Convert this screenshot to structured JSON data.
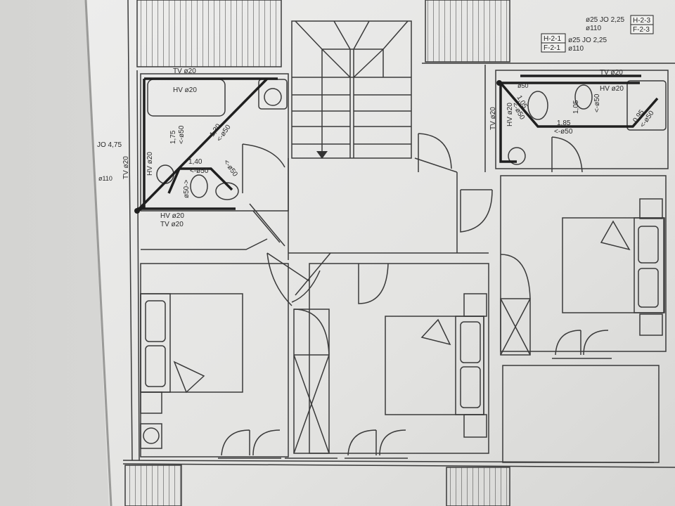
{
  "labels": {
    "tv_top_left": "TV ø20",
    "hv_bath_left": "HV ø20",
    "hv_bottom_left": "HV ø20",
    "tv_bottom_left": "TV ø20",
    "dim_175": "1,75",
    "pipe_50_a": "<-ø50",
    "dim_130": "1,30",
    "pipe_50_b": "<-ø50",
    "dim_140": "1,40",
    "pipe_50_c": "<-ø50",
    "pipe_50_d": "ø50->",
    "pipe_50_e": "<-ø50",
    "jo_left": "JO 4,75",
    "tv_vert_left": "TV ø20",
    "hv_vert_left": "HV ø20",
    "riser_left": "ø110",
    "top_right_line1": "ø25 JO 2,25",
    "top_right_line2": "ø110",
    "tag_h23": "H-2-3",
    "tag_f23": "F-2-3",
    "tag_h21": "H-2-1",
    "tag_f21": "F-2-1",
    "right_line1": "ø25 JO 2,25",
    "right_line2": "ø110",
    "tv_top_right": "TV ø20",
    "hv_right": "HV ø20",
    "pipe_50_r1": "ø50",
    "dim_105_a": "1,05",
    "pipe_50_r2": "<-ø50",
    "dim_105_b": "1,05",
    "pipe_50_r3": "<-ø50",
    "dim_185": "1,85",
    "pipe_50_r4": "<-ø50",
    "dim_095": "0,95",
    "pipe_50_r5": "<-ø50",
    "tv_vert_right": "TV ø20",
    "hv_vert_right": "HV ø20"
  },
  "colors": {
    "paper": "#e9e9e7",
    "background": "#c9c9c9",
    "line": "#3a3a3a",
    "pipe": "#1f1f1f"
  }
}
